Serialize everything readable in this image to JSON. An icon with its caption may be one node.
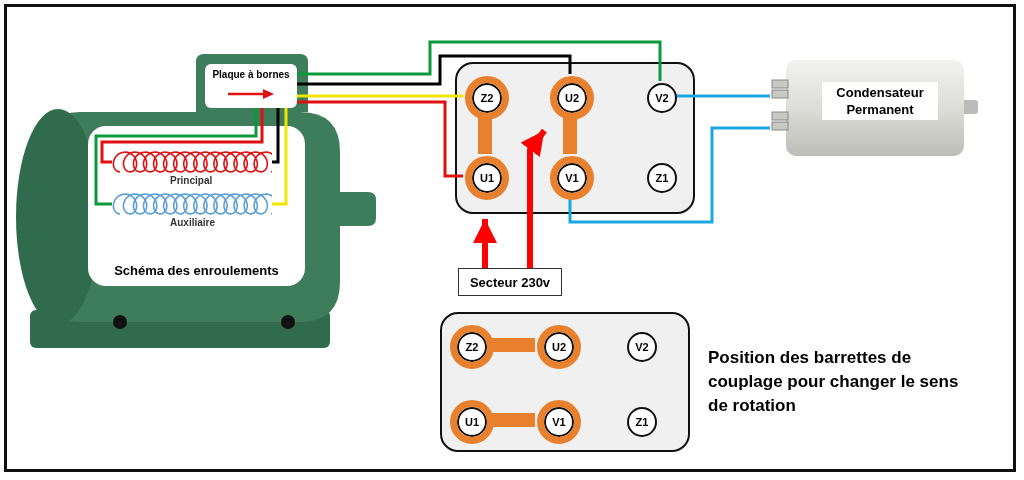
{
  "diagram": {
    "nodes": [
      {
        "text": [],
        "shape": "picture"
      },
      {
        "text": [
          "Plaque à bornes"
        ],
        "in": 0
      },
      {
        "text": [
          "Schéma des enroulements"
        ],
        "in": 0
      },
      {
        "text": [
          "Principal"
        ],
        "in": 2
      },
      {
        "text": [
          "Auxiliaire"
        ],
        "in": 2
      },
      {
        "text": [],
        "shape": "box"
      },
      {
        "text": [
          "Z2"
        ],
        "in": 5
      },
      {
        "text": [
          "U2"
        ],
        "in": 5
      },
      {
        "text": [
          "V2"
        ],
        "in": 5
      },
      {
        "text": [
          "U1"
        ],
        "in": 5
      },
      {
        "text": [
          "V1"
        ],
        "in": 5
      },
      {
        "text": [
          "Z1"
        ],
        "in": 5
      },
      {
        "text": [
          "Secteur 230v"
        ]
      },
      {
        "text": [
          "Condensateur Permanent"
        ]
      },
      {
        "text": [],
        "shape": "box"
      },
      {
        "text": [
          "Z2"
        ],
        "in": 14
      },
      {
        "text": [
          "U2"
        ],
        "in": 14
      },
      {
        "text": [
          "V2"
        ],
        "in": 14
      },
      {
        "text": [
          "U1"
        ],
        "in": 14
      },
      {
        "text": [
          "V1"
        ],
        "in": 14
      },
      {
        "text": [
          "Z1"
        ],
        "in": 14
      }
    ],
    "edges": [
      {
        "from": 1,
        "to": 6,
        "arrow": "none",
        "color": "#f2e600"
      },
      {
        "from": 1,
        "to": 9,
        "arrow": "none",
        "color": "#e01010"
      },
      {
        "from": 1,
        "to": 7,
        "arrow": "none",
        "color": "#000000"
      },
      {
        "from": 1,
        "to": 8,
        "arrow": "none",
        "color": "#0a9a3a"
      },
      {
        "from": 3,
        "to": 1,
        "arrow": "none",
        "color": "#e01010"
      },
      {
        "from": 3,
        "to": 1,
        "arrow": "none",
        "color": "#000000"
      },
      {
        "from": 4,
        "to": 1,
        "arrow": "none",
        "color": "#0a9a3a"
      },
      {
        "from": 4,
        "to": 1,
        "arrow": "none",
        "color": "#f2e600"
      },
      {
        "from": 6,
        "to": 9,
        "arrow": "none",
        "style": "thick",
        "color": "#e8802e"
      },
      {
        "from": 7,
        "to": 10,
        "arrow": "none",
        "style": "thick",
        "color": "#e8802e"
      },
      {
        "from": 12,
        "to": 9,
        "arrow": "to",
        "style": "thick",
        "color": "#ff0000"
      },
      {
        "from": 12,
        "to": 7,
        "arrow": "to",
        "style": "thick",
        "color": "#ff0000"
      },
      {
        "from": 8,
        "to": 13,
        "arrow": "none",
        "color": "#1aa7e0"
      },
      {
        "from": 10,
        "to": 13,
        "arrow": "none",
        "color": "#1aa7e0"
      },
      {
        "from": 15,
        "to": 16,
        "arrow": "none",
        "style": "thick",
        "color": "#e8802e"
      },
      {
        "from": 18,
        "to": 19,
        "arrow": "none",
        "style": "thick",
        "color": "#e8802e"
      }
    ],
    "labels": [
      "Position des barrettes de couplage pour changer le sens de rotation"
    ]
  }
}
